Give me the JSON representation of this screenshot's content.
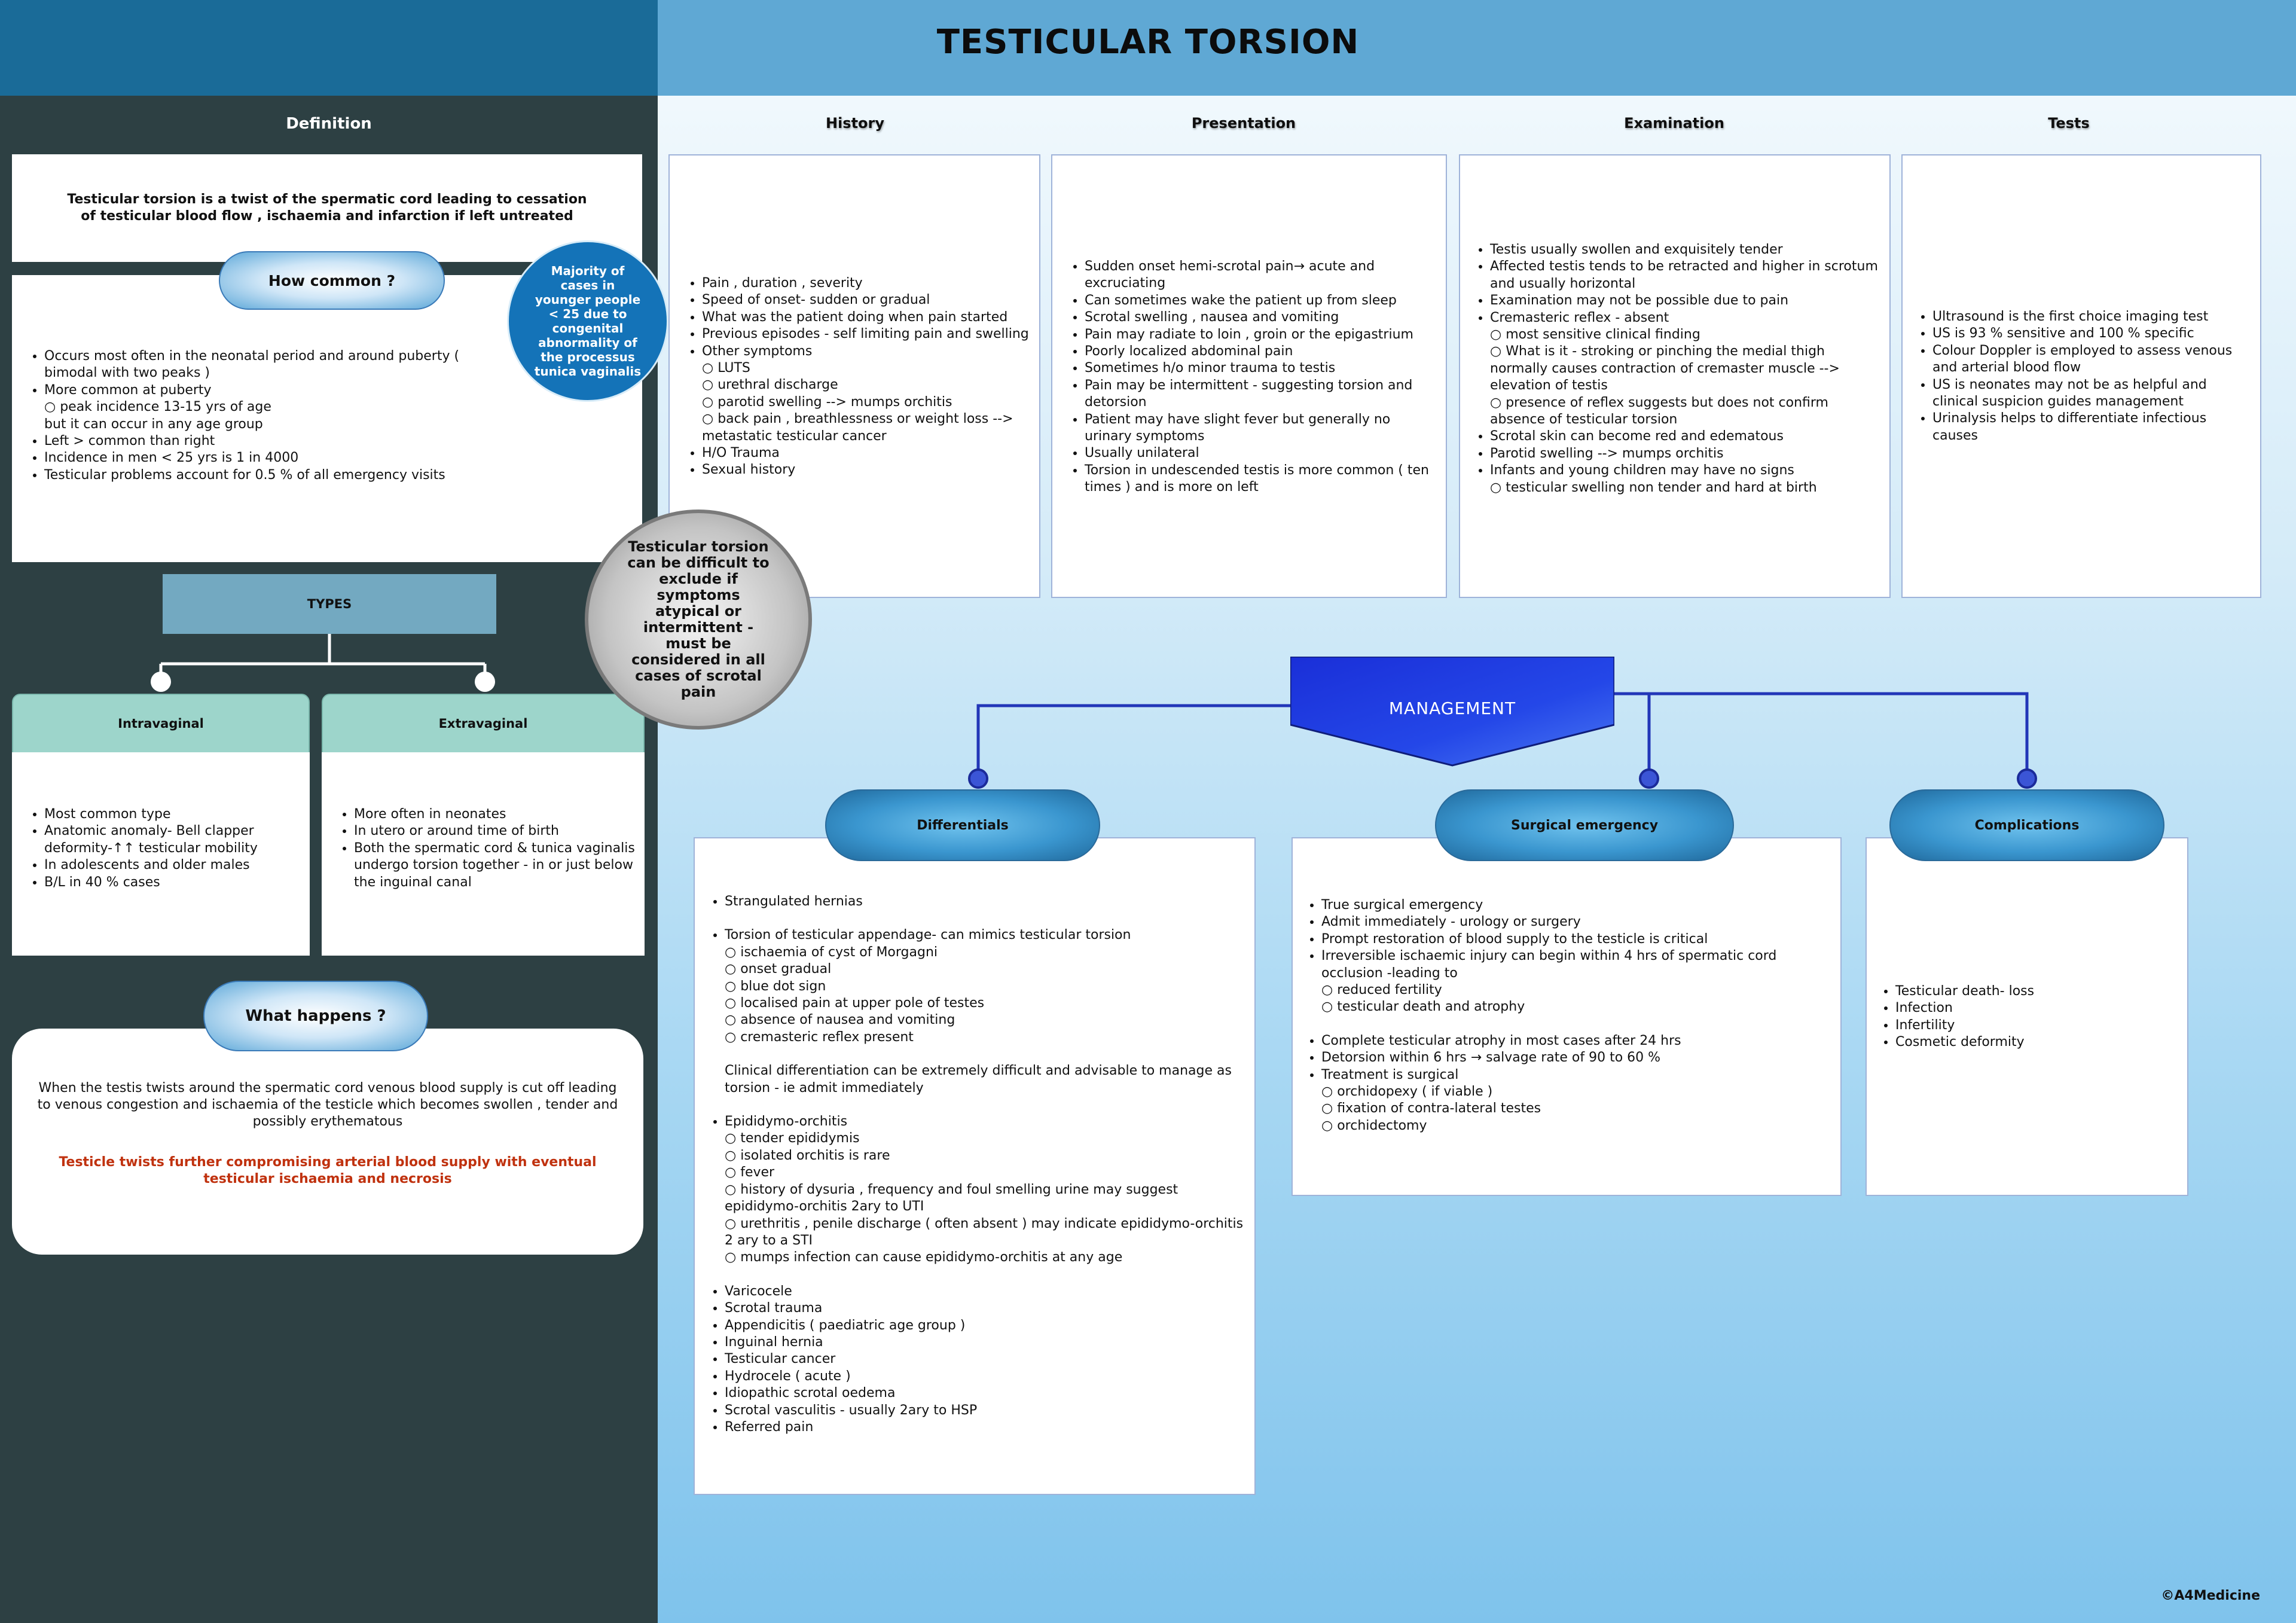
{
  "title": "TESTICULAR TORSION",
  "definition": {
    "label": "Definition",
    "text": "Testicular torsion is a twist of the spermatic cord leading to cessation of testicular blood flow , ischaemia and infarction if left untreated"
  },
  "how_common": {
    "label": "How common ?",
    "items": [
      "Occurs most often in the neonatal period and around puberty ( bimodal with two peaks )",
      "More common at puberty",
      "peak incidence 13-15 yrs of age",
      "but it can occur in any age group",
      "Left > common than right",
      "Incidence in men < 25 yrs is 1 in 4000",
      "Testicular problems account for 0.5 % of all emergency visits"
    ]
  },
  "majority_note": "Majority of cases in younger people < 25 due to congenital abnormality of the processus tunica vaginalis",
  "torsion_note": "Testicular torsion can be difficult to exclude if symptoms atypical or intermittent - must be considered in all cases of scrotal pain",
  "types": {
    "label": "TYPES",
    "intravaginal": {
      "label": "Intravaginal",
      "items": [
        "Most common type",
        "Anatomic anomaly- Bell clapper deformity-↑↑ testicular mobility",
        "In adolescents and older males",
        "B/L in 40 % cases"
      ]
    },
    "extravaginal": {
      "label": "Extravaginal",
      "items": [
        "More often in neonates",
        "In utero or around time of birth",
        "Both the spermatic cord & tunica vaginalis undergo torsion together - in or just below the inguinal canal"
      ]
    }
  },
  "what_happens": {
    "label": "What happens ?",
    "text": "When the testis twists around the spermatic cord venous blood supply is cut off leading to venous congestion and ischaemia of the  testicle which becomes swollen , tender and possibly erythematous",
    "red_text": "Testicle twists further compromising arterial blood supply with eventual testicular ischaemia and necrosis"
  },
  "history": {
    "label": "History",
    "items": [
      "Pain , duration , severity",
      "Speed of onset- sudden or gradual",
      "What was the patient doing when pain started",
      "Previous episodes - self limiting pain and swelling",
      "Other symptoms",
      "LUTS",
      "urethral discharge",
      "parotid swelling --> mumps orchitis",
      "back pain , breathlessness or weight loss --> metastatic testicular cancer",
      "H/O Trauma",
      "Sexual history"
    ]
  },
  "presentation": {
    "label": "Presentation",
    "items": [
      "Sudden onset hemi-scrotal pain→ acute and excruciating",
      "Can sometimes wake the patient up from sleep",
      "Scrotal swelling , nausea and vomiting",
      "Pain may radiate to loin , groin or the epigastrium",
      "Poorly localized abdominal pain",
      "Sometimes h/o minor trauma to testis",
      "Pain may be intermittent - suggesting torsion and detorsion",
      "Patient may have slight fever but generally no urinary symptoms",
      "Usually unilateral",
      "Torsion in undescended testis is more common ( ten times ) and is more on left"
    ]
  },
  "examination": {
    "label": "Examination",
    "items": [
      "Testis usually swollen and exquisitely tender",
      "Affected testis tends to be retracted and higher in scrotum and usually horizontal",
      "Examination may not be possible due to pain",
      "Cremasteric reflex - absent",
      "most sensitive clinical finding",
      "What is it - stroking or pinching the medial thigh normally causes contraction of cremaster muscle --> elevation of testis",
      "presence of reflex suggests but does not confirm absence of testicular torsion",
      "Scrotal skin can become red and edematous",
      "Parotid swelling --> mumps orchitis",
      "Infants and young children may have no signs",
      "testicular swelling non tender and hard at birth"
    ]
  },
  "tests": {
    "label": "Tests",
    "items": [
      "Ultrasound is the first choice imaging test",
      "US is 93 % sensitive and 100 % specific",
      "Colour Doppler is employed to assess venous and arterial blood flow",
      "US is neonates may not be as helpful and clinical suspicion guides management",
      "Urinalysis helps to differentiate infectious causes"
    ]
  },
  "management": {
    "label": "MANAGEMENT"
  },
  "differentials": {
    "label": "Differentials",
    "items": [
      "Strangulated hernias",
      "Torsion of testicular appendage- can mimics testicular torsion",
      "ischaemia of cyst of Morgagni",
      "onset gradual",
      "blue dot sign",
      "localised pain at upper pole of testes",
      "absence of nausea and vomiting",
      "cremasteric reflex present",
      "Clinical differentiation can be extremely difficult and advisable to manage  as torsion - ie admit immediately",
      "Epididymo-orchitis",
      "tender epididymis",
      "isolated orchitis is rare",
      "fever",
      "history of dysuria , frequency and foul smelling urine may suggest epididymo-orchitis 2ary to UTI",
      "urethritis , penile discharge ( often absent ) may indicate epididymo-orchitis 2 ary to a STI",
      "mumps infection can cause epididymo-orchitis at any age",
      "Varicocele",
      "Scrotal trauma",
      "Appendicitis ( paediatric age group )",
      "Inguinal hernia",
      "Testicular cancer",
      "Hydrocele ( acute )",
      "Idiopathic scrotal oedema",
      "Scrotal vasculitis - usually 2ary to HSP",
      "Referred pain"
    ]
  },
  "surgical": {
    "label": "Surgical emergency",
    "items": [
      "True surgical emergency",
      "Admit immediately - urology or surgery",
      "Prompt restoration of blood supply to the testicle is critical",
      "Irreversible ischaemic injury can begin within 4 hrs of spermatic cord occlusion -leading to",
      "reduced fertility",
      "testicular death and atrophy",
      "Complete testicular atrophy in most cases after 24 hrs",
      "Detorsion within 6 hrs → salvage rate of 90 to 60 %",
      "Treatment is surgical",
      "orchidopexy ( if viable )",
      "fixation of contra-lateral testes",
      "orchidectomy"
    ]
  },
  "complications": {
    "label": "Complications",
    "items": [
      "Testicular death- loss",
      "Infection",
      "Infertility",
      "Cosmetic deformity"
    ]
  },
  "copyright": "©A4Medicine",
  "colors": {
    "left_bg": "#2d4043",
    "header_left": "#1a6b98",
    "header_right": "#5fa8d4",
    "management_blue": "#1f3fe0",
    "red_text": "#c0320f"
  }
}
